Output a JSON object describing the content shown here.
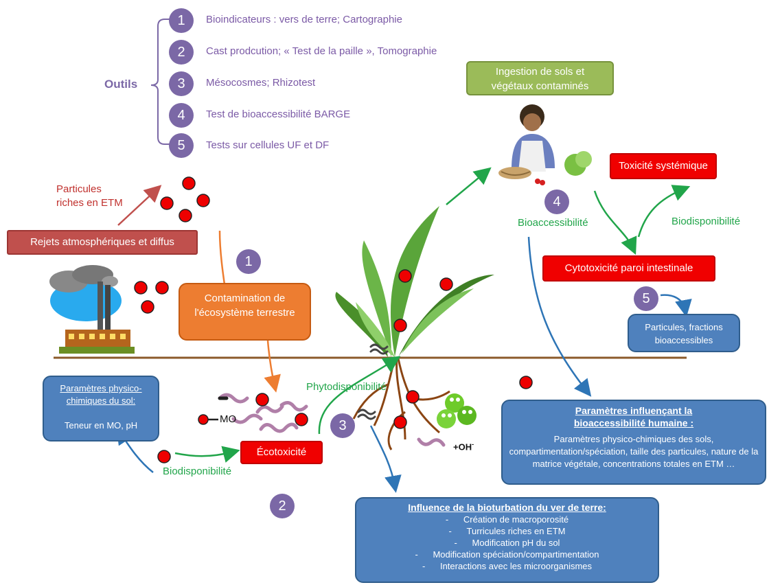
{
  "tools": {
    "label": "Outils",
    "items": [
      {
        "num": "1",
        "text": "Bioindicateurs : vers de terre; Cartographie"
      },
      {
        "num": "2",
        "text": "Cast prodcution; « Test de la paille », Tomographie"
      },
      {
        "num": "3",
        "text": "Mésocosmes; Rhizotest"
      },
      {
        "num": "4",
        "text": "Test de bioaccessibilité BARGE"
      },
      {
        "num": "5",
        "text": "Tests sur cellules UF et DF"
      }
    ]
  },
  "particles_label": "Particules riches en ETM",
  "rejets": "Rejets atmosphériques et diffus",
  "contamination": "Contamination de l'écosystème terrestre",
  "ingestion": "Ingestion de sols et végétaux contaminés",
  "toxicite_systemique": "Toxicité systémique",
  "cytotoxicite": "Cytotoxicité paroi intestinale",
  "particules_fractions": "Particules, fractions bioaccessibles",
  "bioaccessibilite": "Bioaccessibilité",
  "biodisponibilite_right": "Biodisponibilité",
  "phytodisponibilite": "Phytodisponibilité",
  "biodisponibilite_left": "Biodisponibilité",
  "ecotoxicite": "Écotoxicité",
  "mo_label": "MO",
  "oh_label": "+OH",
  "oh_sup": "-",
  "soil_params": {
    "title": "Paramètres physico-chimiques du sol:",
    "body": "Teneur en MO, pH"
  },
  "influencing": {
    "title": "Paramètres influençant la bioaccessibilité humaine :",
    "body": "Paramètres physico-chimiques des sols, compartimentation/spéciation, taille des particules, nature de la matrice végétale, concentrations totales en ETM …"
  },
  "bioturbation": {
    "title": "Influence de la bioturbation du ver de terre:",
    "items": [
      "Création de macroporosité",
      "Turricules riches en ETM",
      "Modification pH du sol",
      "Modification spéciation/compartimentation",
      "Interactions avec les microorganismes"
    ]
  },
  "step_numbers": {
    "n1": "1",
    "n2": "2",
    "n3": "3",
    "n4": "4",
    "n5": "5"
  },
  "colors": {
    "purple": "#7b68a6",
    "red_box": "#f00000",
    "blue_box": "#4f81bd",
    "orange": "#ed7d31",
    "green_arrow": "#21a54a",
    "blue_arrow": "#2e75b6",
    "rejets_box": "#c0504d",
    "ingestion_box": "#9bbb59"
  }
}
